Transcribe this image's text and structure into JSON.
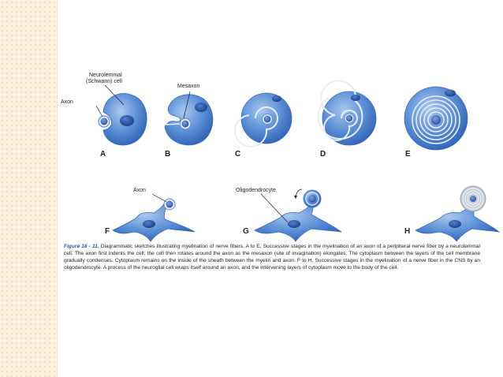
{
  "labels": {
    "axon": "Axon",
    "neurolemmal_line1": "Neurolemmal",
    "neurolemmal_line2": "(Schwann) cell",
    "mesaxon": "Mesaxon",
    "axon_lower": "Axon",
    "oligodendrocyte": "Oligodendrocyte"
  },
  "stages": [
    "A",
    "B",
    "C",
    "D",
    "E",
    "F",
    "G",
    "H"
  ],
  "caption": {
    "figure_number": "Figure 18 - 11.",
    "text": "Diagrammatic sketches illustrating myelination of nerve fibers. A to E, Successive stages in the myelination of an axon of a peripheral nerve fiber by a neurolemmal cell. The axon first indents the cell; the cell then rotates around the axon as the mesaxon (site of invagination) elongates. The cytoplasm between the layers of the cell membrane gradually condenses. Cytoplasm remains on the inside of the sheath between the myelin and axon. F to H, Successive stages in the myelination of a nerve fiber in the CNS by an oligodendrocyte. A process of the neuroglial cell wraps itself around an axon, and the intervening layers of cytoplasm move to the body of the cell."
  },
  "colors": {
    "cell_blue": "#5b8fd6",
    "cell_dark": "#2f62b3",
    "nucleus": "#1f4f9e",
    "background_band": "#fbf1dc"
  }
}
